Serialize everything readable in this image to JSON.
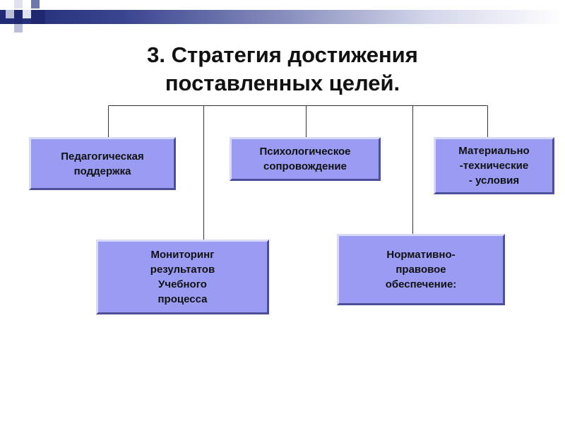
{
  "slide": {
    "title_line1": "3. Стратегия достижения",
    "title_line2": "поставленных целей."
  },
  "diagram": {
    "nodes": [
      {
        "id": "pedagogical",
        "label": "Педагогическая\nподдержка"
      },
      {
        "id": "psychological",
        "label": "Психологическое\nсопровождение"
      },
      {
        "id": "material",
        "label": "Материально\n-технические\n- условия"
      },
      {
        "id": "monitoring",
        "label": "Мониторинг\nрезультатов\nУчебного\nпроцесса"
      },
      {
        "id": "normative",
        "label": "Нормативно-\nправовое\nобеспечение:"
      }
    ]
  },
  "colors": {
    "box_fill": "#9a9cf3",
    "connector": "#333333",
    "decoration_dark": "#1f2870"
  }
}
